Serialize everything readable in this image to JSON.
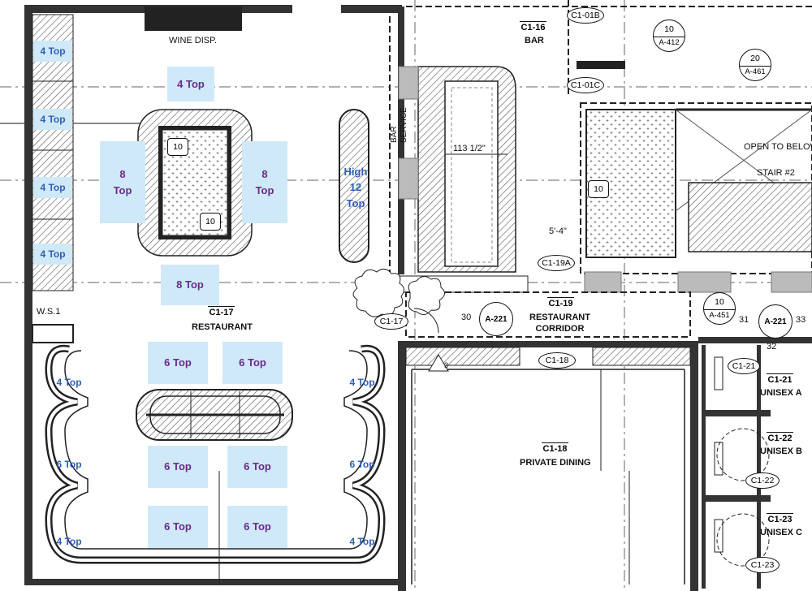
{
  "rooms": {
    "restaurant": {
      "id": "C1-17",
      "name": "RESTAURANT"
    },
    "bar": {
      "id": "C1-16",
      "name": "BAR"
    },
    "corridor": {
      "id": "C1-19",
      "name": "RESTAURANT\nCORRIDOR"
    },
    "private_dining": {
      "id": "C1-18",
      "name": "PRIVATE DINING"
    },
    "unisex_a": {
      "id": "C1-21",
      "name": "UNISEX A"
    },
    "unisex_b": {
      "id": "C1-22",
      "name": "UNISEX B"
    },
    "unisex_c": {
      "id": "C1-23",
      "name": "UNISEX C"
    }
  },
  "labels": {
    "wine_display": "WINE DISP.",
    "ws": "W.S.1",
    "bar_service": "BAR\nSERVICE",
    "dimension_bar": "113 1/2\"",
    "dimension_5ft": "5'-4\"",
    "open_to_below": "OPEN TO BELOW",
    "stair": "STAIR #2",
    "three": "3"
  },
  "door_tags": {
    "c101b": "C1-01B",
    "c101c": "C1-01C",
    "c119a": "C1-19A",
    "c117": "C1-17",
    "c118": "C1-18",
    "c121": "C1-21",
    "c122": "C1-22",
    "c123": "C1-23"
  },
  "hex_tags": {
    "a": "10",
    "b": "10",
    "c": "10"
  },
  "detail_refs": {
    "a412": {
      "num": "10",
      "sheet": "A-412"
    },
    "a461": {
      "num": "20",
      "sheet": "A-461"
    },
    "a451": {
      "num": "10",
      "sheet": "A-451"
    }
  },
  "section_marks": {
    "left": {
      "sheet": "A-221",
      "num": "30"
    },
    "right": {
      "sheet": "A-221",
      "num_left": "31",
      "num_right": "33",
      "num_bottom": "32"
    }
  },
  "seating": {
    "wall_4top": [
      "4 Top",
      "4 Top",
      "4 Top",
      "4 Top"
    ],
    "top_4": "4 Top",
    "eight_left": "8\nTop",
    "eight_right": "8\nTop",
    "eight_bottom": "8 Top",
    "high_top": "High\n12\nTop",
    "six_tops": [
      "6 Top",
      "6 Top",
      "6 Top",
      "6 Top",
      "6 Top",
      "6 Top"
    ],
    "booth_left": [
      "4 Top",
      "6 Top",
      "4 Top"
    ],
    "booth_right": [
      "4 Top",
      "6 Top",
      "4 Top"
    ]
  },
  "colors": {
    "tag_fill": "#cfe9f9",
    "tag_text_purple": "#6a2a8c",
    "tag_text_blue": "#2f5fb5"
  }
}
